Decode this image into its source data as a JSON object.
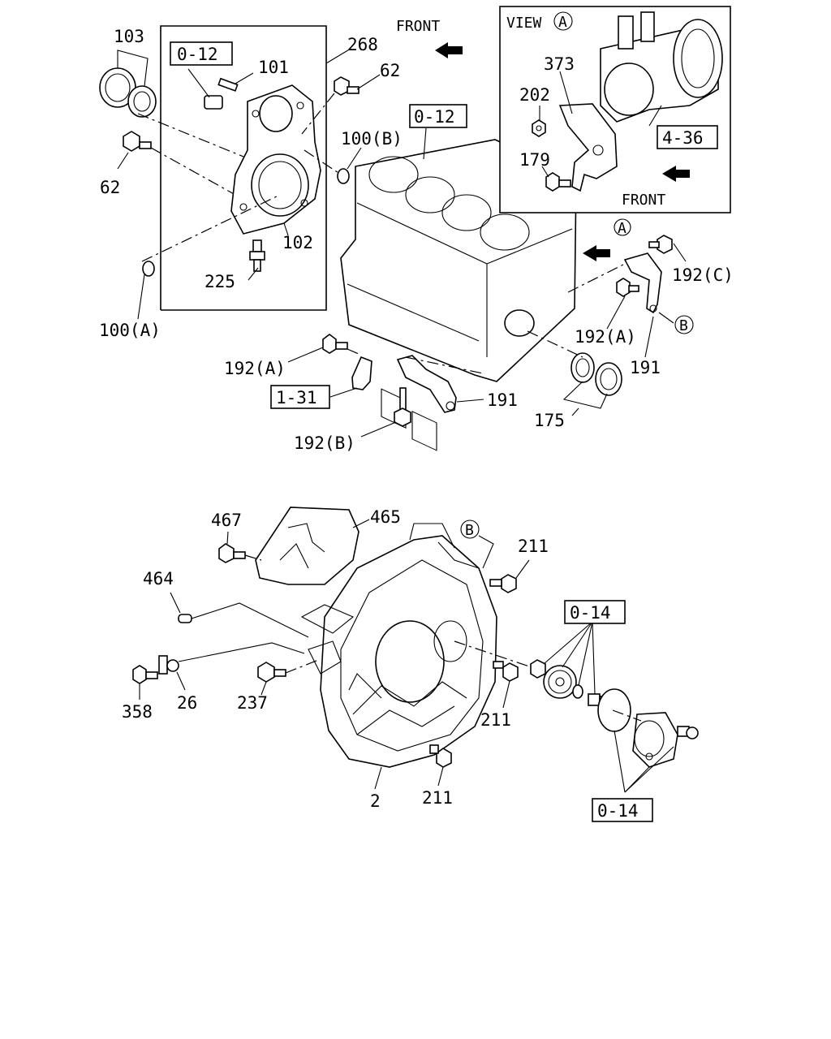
{
  "callouts": {
    "p103": "103",
    "p268": "268",
    "ref_012_a": "0-12",
    "p101": "101",
    "p62_a": "62",
    "p62_b": "62",
    "front_top": "FRONT",
    "view_a_label": "VIEW",
    "view_a_letter": "A",
    "p373": "373",
    "p202": "202",
    "ref_436": "4-36",
    "p179": "179",
    "front_view": "FRONT",
    "ref_012_b": "0-12",
    "p100b": "100(B)",
    "p102": "102",
    "p225": "225",
    "p100a": "100(A)",
    "mark_a": "A",
    "p192c": "192(C)",
    "p192a_r": "192(A)",
    "mark_b_r": "B",
    "p191_r": "191",
    "p192a_l": "192(A)",
    "ref_131": "1-31",
    "p191_l": "191",
    "p175": "175",
    "p192b": "192(B)",
    "p467": "467",
    "p465": "465",
    "mark_b_l": "B",
    "p211_a": "211",
    "p464": "464",
    "ref_014_a": "0-14",
    "p358": "358",
    "p26": "26",
    "p237": "237",
    "p211_b": "211",
    "p211_c": "211",
    "p2": "2",
    "ref_014_b": "0-14"
  }
}
